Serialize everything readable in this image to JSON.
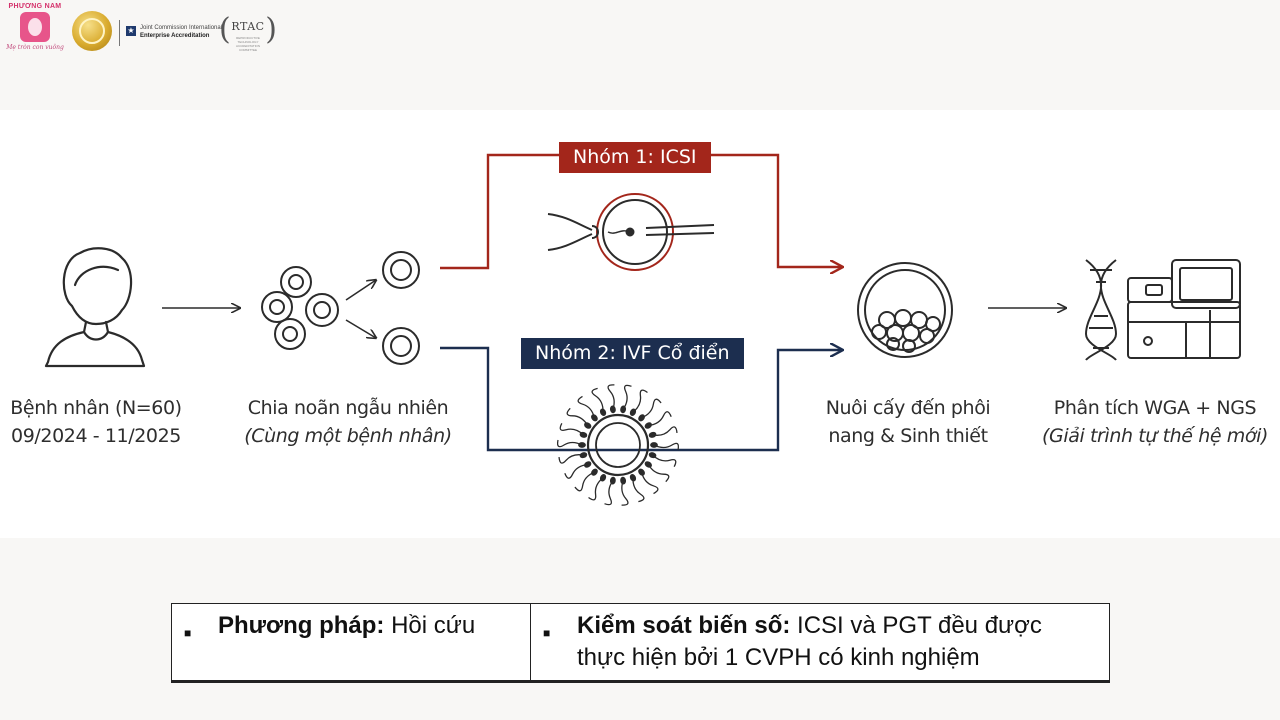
{
  "header": {
    "brand_name": "PHƯƠNG NAM",
    "brand_tagline": "Mẹ tròn con vuông",
    "accreditation_org": "Joint Commission International",
    "accreditation_label": "Enterprise Accreditation",
    "rtac_name": "RTAC",
    "rtac_subtitle": "REPRODUCTIVE TECHNOLOGY ACCREDITATION COMMITTEE"
  },
  "diagram": {
    "colors": {
      "group1": "#a3261b",
      "group2": "#1c2e4f",
      "icon": "#2b2b2b"
    },
    "group1_label": "Nhóm 1: ICSI",
    "group2_label": "Nhóm 2: IVF Cổ điển",
    "steps": [
      {
        "title": "Bệnh nhân (N=60)",
        "subtitle": "09/2024 - 11/2025",
        "icon": "patient-icon"
      },
      {
        "title": "Chia noãn ngẫu nhiên",
        "subtitle": "(Cùng một bệnh nhân)",
        "icon": "oocytes-icon"
      },
      {
        "title": "Nuôi cấy đến phôi",
        "subtitle": "nang & Sinh thiết",
        "icon": "blastocyst-icon"
      },
      {
        "title": "Phân tích WGA + NGS",
        "subtitle": "(Giải trình tự thế hệ mới)",
        "icon": "sequencer-icon"
      }
    ]
  },
  "table": {
    "left": {
      "label": "Phương pháp:",
      "value": "Hồi cứu"
    },
    "right": {
      "label": "Kiểm soát biến số:",
      "value_line1": "ICSI và PGT đều được",
      "value_line2": "thực hiện bởi 1 CVPH có kinh nghiệm"
    }
  }
}
